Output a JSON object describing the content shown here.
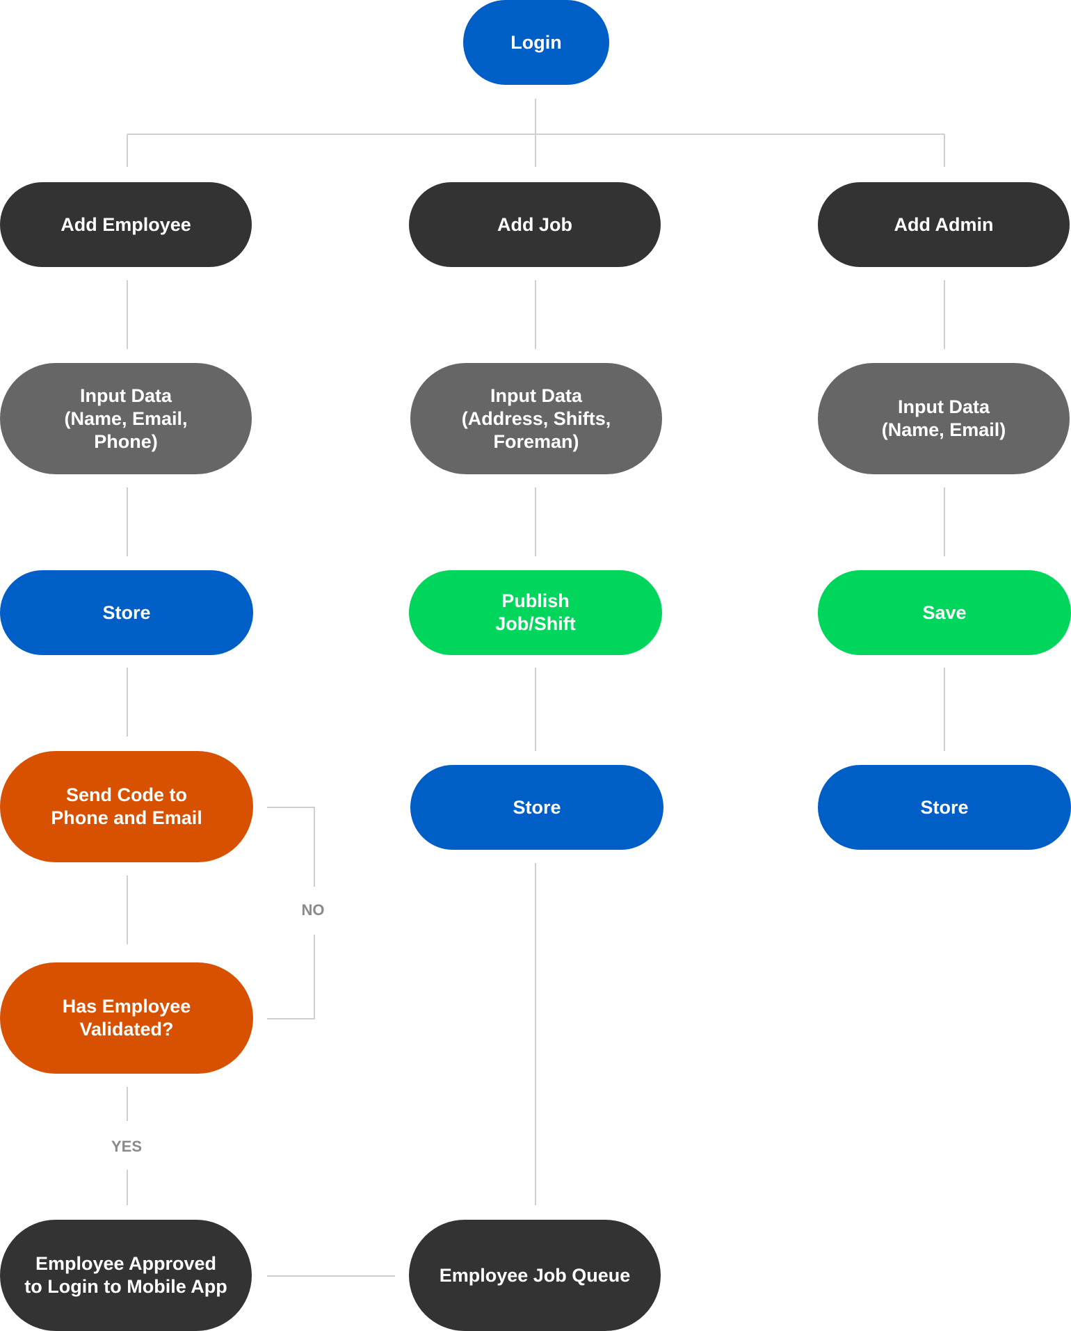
{
  "colors": {
    "dark": "#333333",
    "gray": "#666666",
    "blue": "#005EC7",
    "green": "#00D65B",
    "orange": "#D85100",
    "connector": "#CFCFCF",
    "label": "#8A8A8A"
  },
  "nodes": {
    "login": "Login",
    "add_employee": "Add Employee",
    "add_job": "Add Job",
    "add_admin": "Add Admin",
    "input_employee": "Input Data\n(Name, Email,\nPhone)",
    "input_job": "Input Data\n(Address, Shifts,\nForeman)",
    "input_admin": "Input Data\n(Name, Email)",
    "store_employee": "Store",
    "publish_job": "Publish\nJob/Shift",
    "save_admin": "Save",
    "send_code": "Send Code to\nPhone and Email",
    "store_job": "Store",
    "store_admin": "Store",
    "has_validated": "Has Employee\nValidated?",
    "employee_approved": "Employee Approved\nto Login to Mobile App",
    "employee_job_queue": "Employee Job Queue"
  },
  "edge_labels": {
    "no": "NO",
    "yes": "YES"
  }
}
